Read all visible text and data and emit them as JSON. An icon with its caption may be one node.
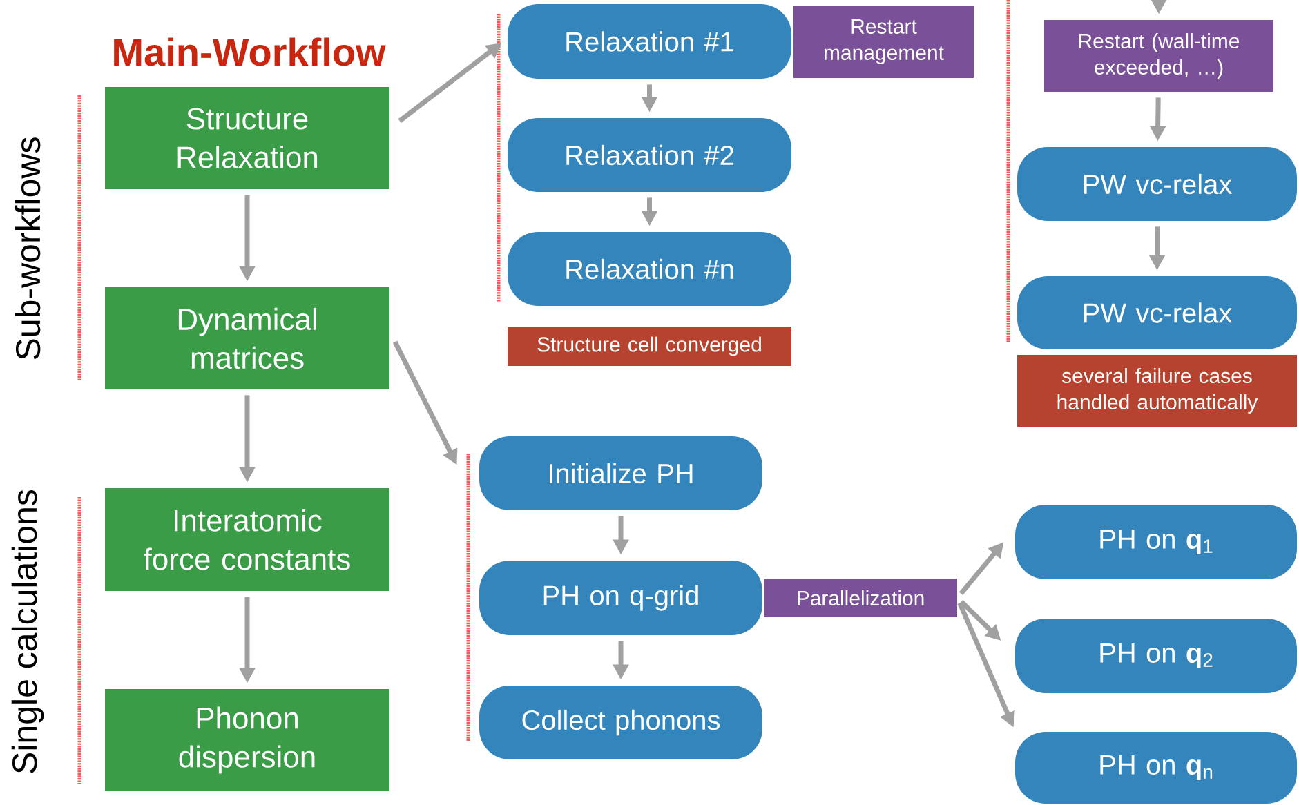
{
  "diagram": {
    "title": "Main-Workflow",
    "nodes": [
      {
        "text": [
          "Structure Relaxation"
        ]
      },
      {
        "text": [
          "Dynamical matrices"
        ]
      },
      {
        "text": [
          "Interatomic force constants"
        ]
      },
      {
        "text": [
          "Phonon dispersion"
        ]
      },
      {
        "text": [
          "Relaxation #1"
        ]
      },
      {
        "text": [
          "Restart management"
        ]
      },
      {
        "text": [
          "Relaxation #2"
        ]
      },
      {
        "text": [
          "Relaxation #n"
        ]
      },
      {
        "text": [
          "Structure cell converged"
        ]
      },
      {
        "text": [
          "Restart (wall-time exceeded, …)"
        ]
      },
      {
        "text": [
          "PW vc-relax"
        ]
      },
      {
        "text": [
          "PW vc-relax"
        ]
      },
      {
        "text": [
          "several failure cases handled automatically"
        ]
      },
      {
        "text": [
          "Initialize PH"
        ]
      },
      {
        "text": [
          "PH on q-grid"
        ]
      },
      {
        "text": [
          "Parallelization"
        ]
      },
      {
        "text": [
          "Collect phonons"
        ]
      },
      {
        "text": [
          "PH on **q**$_{1}$"
        ]
      },
      {
        "text": [
          "PH on **q**$_{2}$"
        ]
      },
      {
        "text": [
          "PH on **q**$_{n}$"
        ]
      }
    ],
    "edges": [
      {
        "from": 0,
        "to": 1,
        "arrow": "to"
      },
      {
        "from": 1,
        "to": 2,
        "arrow": "to"
      },
      {
        "from": 2,
        "to": 3,
        "arrow": "to"
      },
      {
        "from": 0,
        "to": 4,
        "arrow": "to"
      },
      {
        "from": 4,
        "to": 6,
        "arrow": "to"
      },
      {
        "from": 6,
        "to": 7,
        "arrow": "to"
      },
      {
        "from": null,
        "to": 9,
        "arrow": "to"
      },
      {
        "from": 9,
        "to": 10,
        "arrow": "to"
      },
      {
        "from": 10,
        "to": 11,
        "arrow": "to"
      },
      {
        "from": 1,
        "to": 13,
        "arrow": "to"
      },
      {
        "from": 13,
        "to": 14,
        "arrow": "to"
      },
      {
        "from": 14,
        "to": 16,
        "arrow": "to"
      },
      {
        "from": 15,
        "to": 17,
        "arrow": "to"
      },
      {
        "from": 15,
        "to": 18,
        "arrow": "to"
      },
      {
        "from": 15,
        "to": 19,
        "arrow": "to"
      }
    ],
    "labels": [
      "Sub-workflows",
      "Single calculations"
    ]
  }
}
